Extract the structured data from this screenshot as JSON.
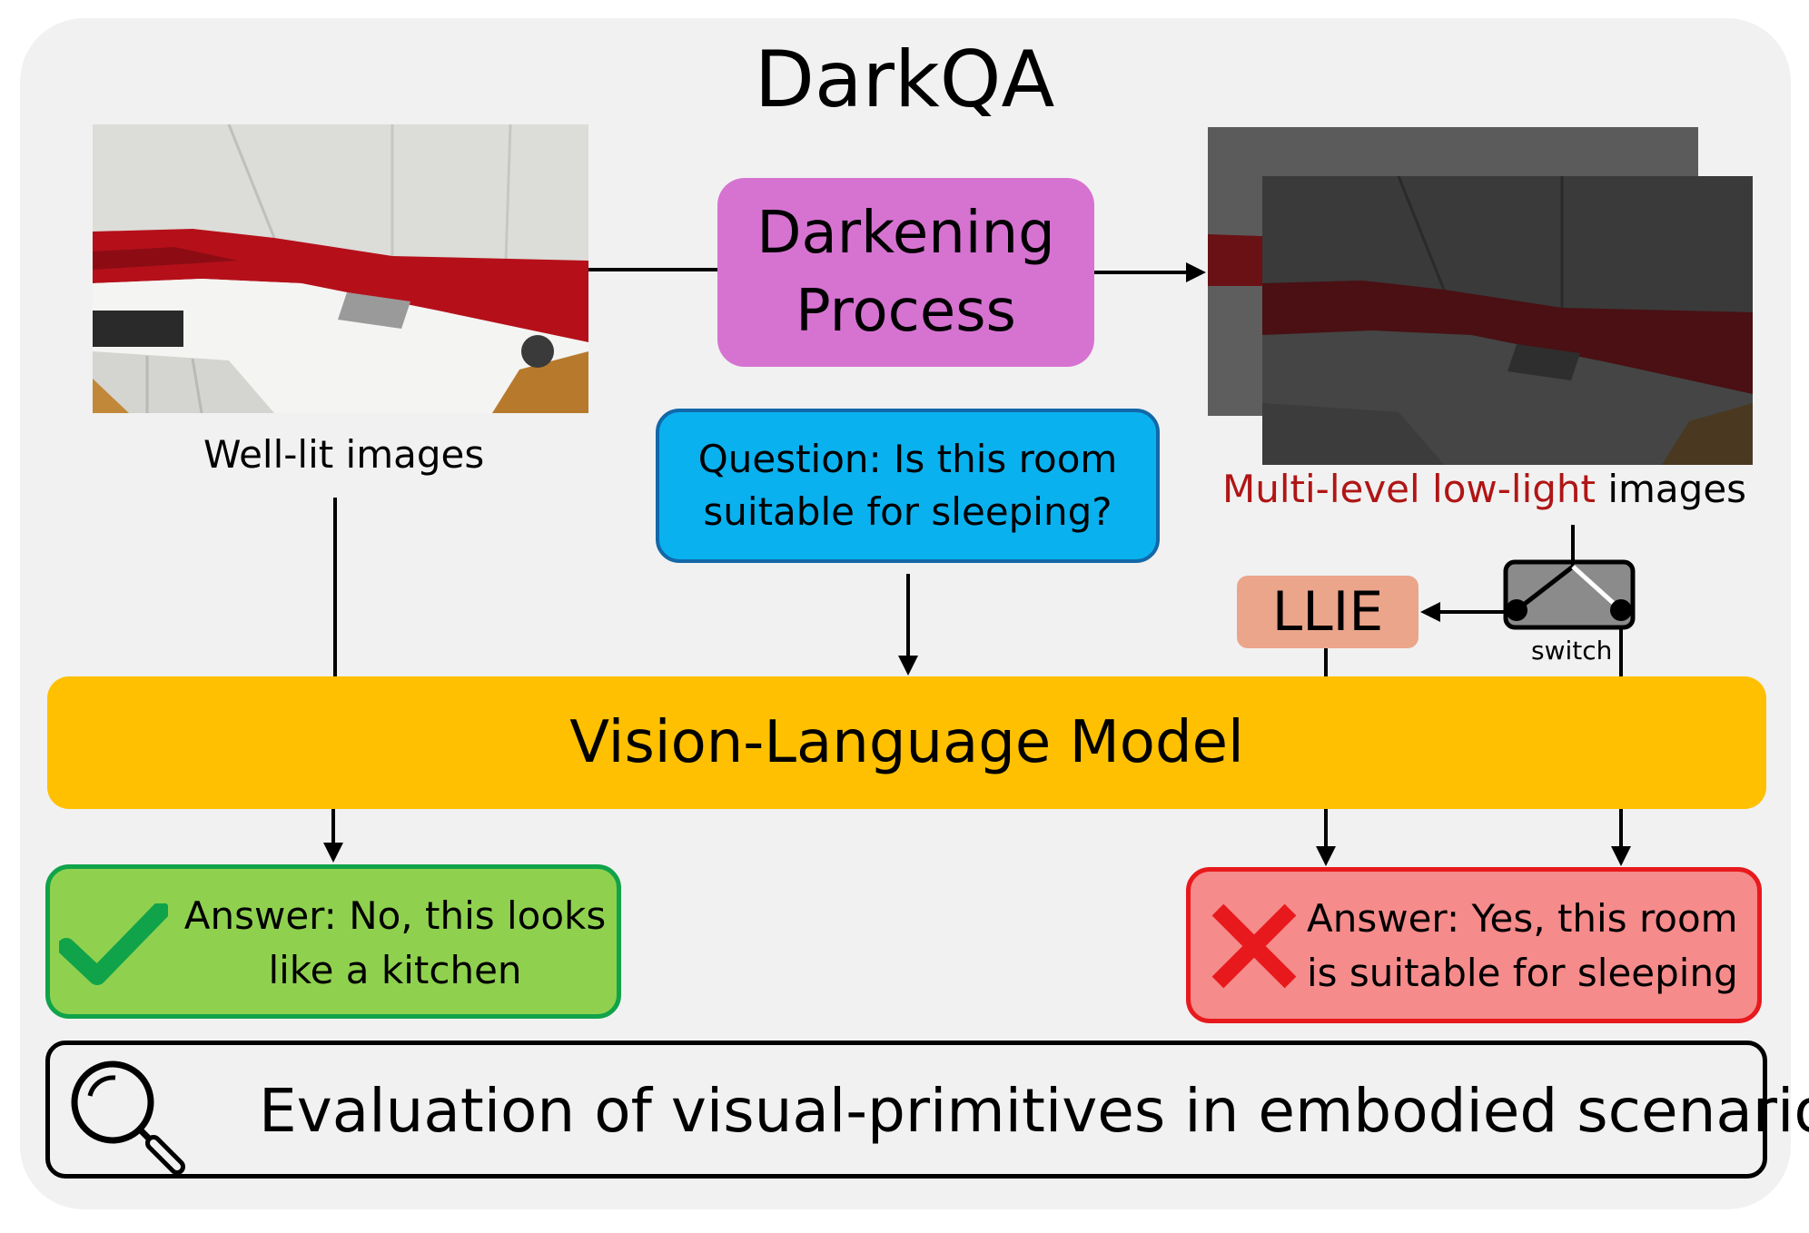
{
  "title": "DarkQA",
  "darkening_process": {
    "line1": "Darkening",
    "line2": "Process"
  },
  "well_lit_label": "Well-lit images",
  "low_light_label": {
    "highlight": "Multi-level low-light",
    "rest": " images"
  },
  "question": {
    "line1": "Question: Is this room",
    "line2": "suitable for sleeping?"
  },
  "llie": "LLIE",
  "switch_label": "switch",
  "vlm": "Vision-Language Model",
  "answer_correct": {
    "line1": "Answer: No, this looks",
    "line2": "like a kitchen"
  },
  "answer_wrong": {
    "line1": "Answer: Yes, this room",
    "line2": "is suitable for sleeping"
  },
  "evaluation": "Evaluation of  visual-primitives in embodied scenario",
  "colors": {
    "darkening": "#d673d1",
    "question": "#0ab1ef",
    "llie": "#eba58a",
    "vlm": "#fec000",
    "correct": "#8fd14f",
    "wrong": "#f58b8b",
    "low_light_text": "#b01515"
  },
  "icons": [
    "check-icon",
    "cross-icon",
    "magnifier-icon",
    "switch-icon"
  ]
}
